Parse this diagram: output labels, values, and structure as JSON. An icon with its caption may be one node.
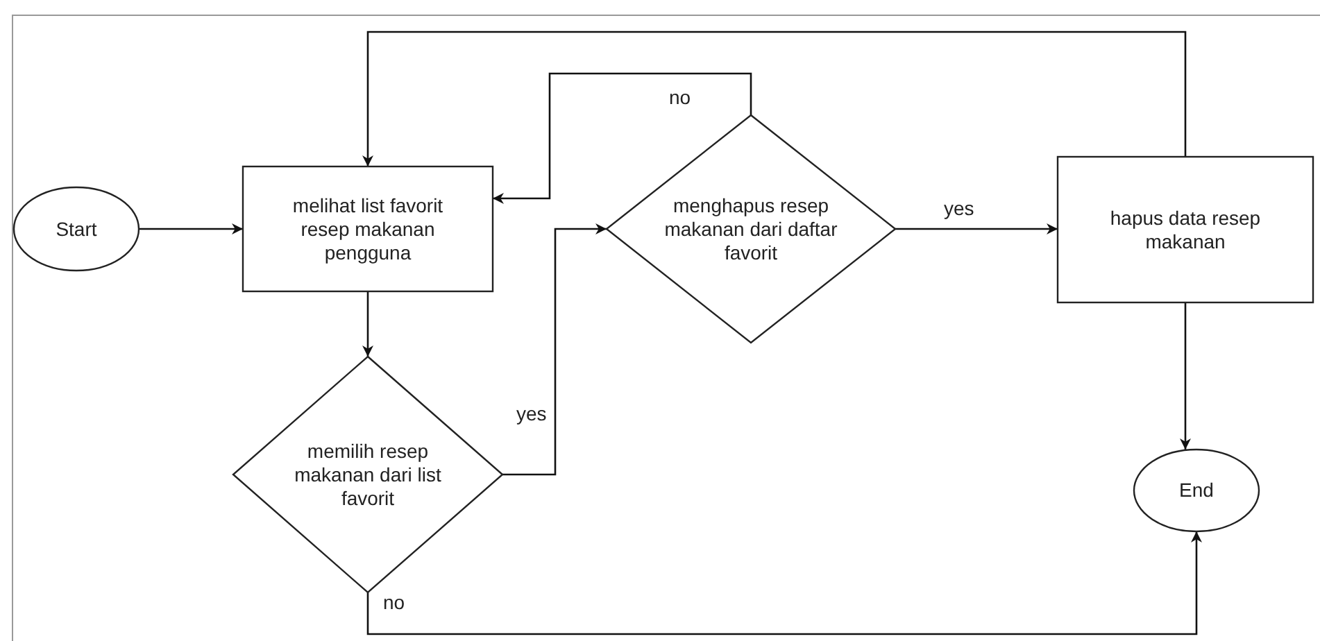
{
  "diagram": {
    "nodes": [
      {
        "text": [
          "Start"
        ]
      },
      {
        "text": [
          "melihat list favorit resep makanan pengguna"
        ]
      },
      {
        "text": [
          "memilih resep makanan dari list favorit"
        ]
      },
      {
        "text": [
          "menghapus resep makanan dari daftar favorit"
        ]
      },
      {
        "text": [
          "hapus data resep makanan"
        ]
      },
      {
        "text": [
          "End"
        ]
      }
    ],
    "edges": [
      {
        "from": 0,
        "to": 1,
        "arrow": "to"
      },
      {
        "from": 1,
        "to": 2,
        "arrow": "to"
      },
      {
        "from": 2,
        "to": 3,
        "arrow": "to",
        "label": "yes"
      },
      {
        "from": 3,
        "to": 1,
        "arrow": "to",
        "label": "no"
      },
      {
        "from": 3,
        "to": 4,
        "arrow": "to",
        "label": "yes"
      },
      {
        "from": 4,
        "to": 1,
        "arrow": "to"
      },
      {
        "from": 4,
        "to": 5,
        "arrow": "to"
      },
      {
        "from": 2,
        "to": 5,
        "arrow": "to",
        "label": "no"
      }
    ]
  }
}
